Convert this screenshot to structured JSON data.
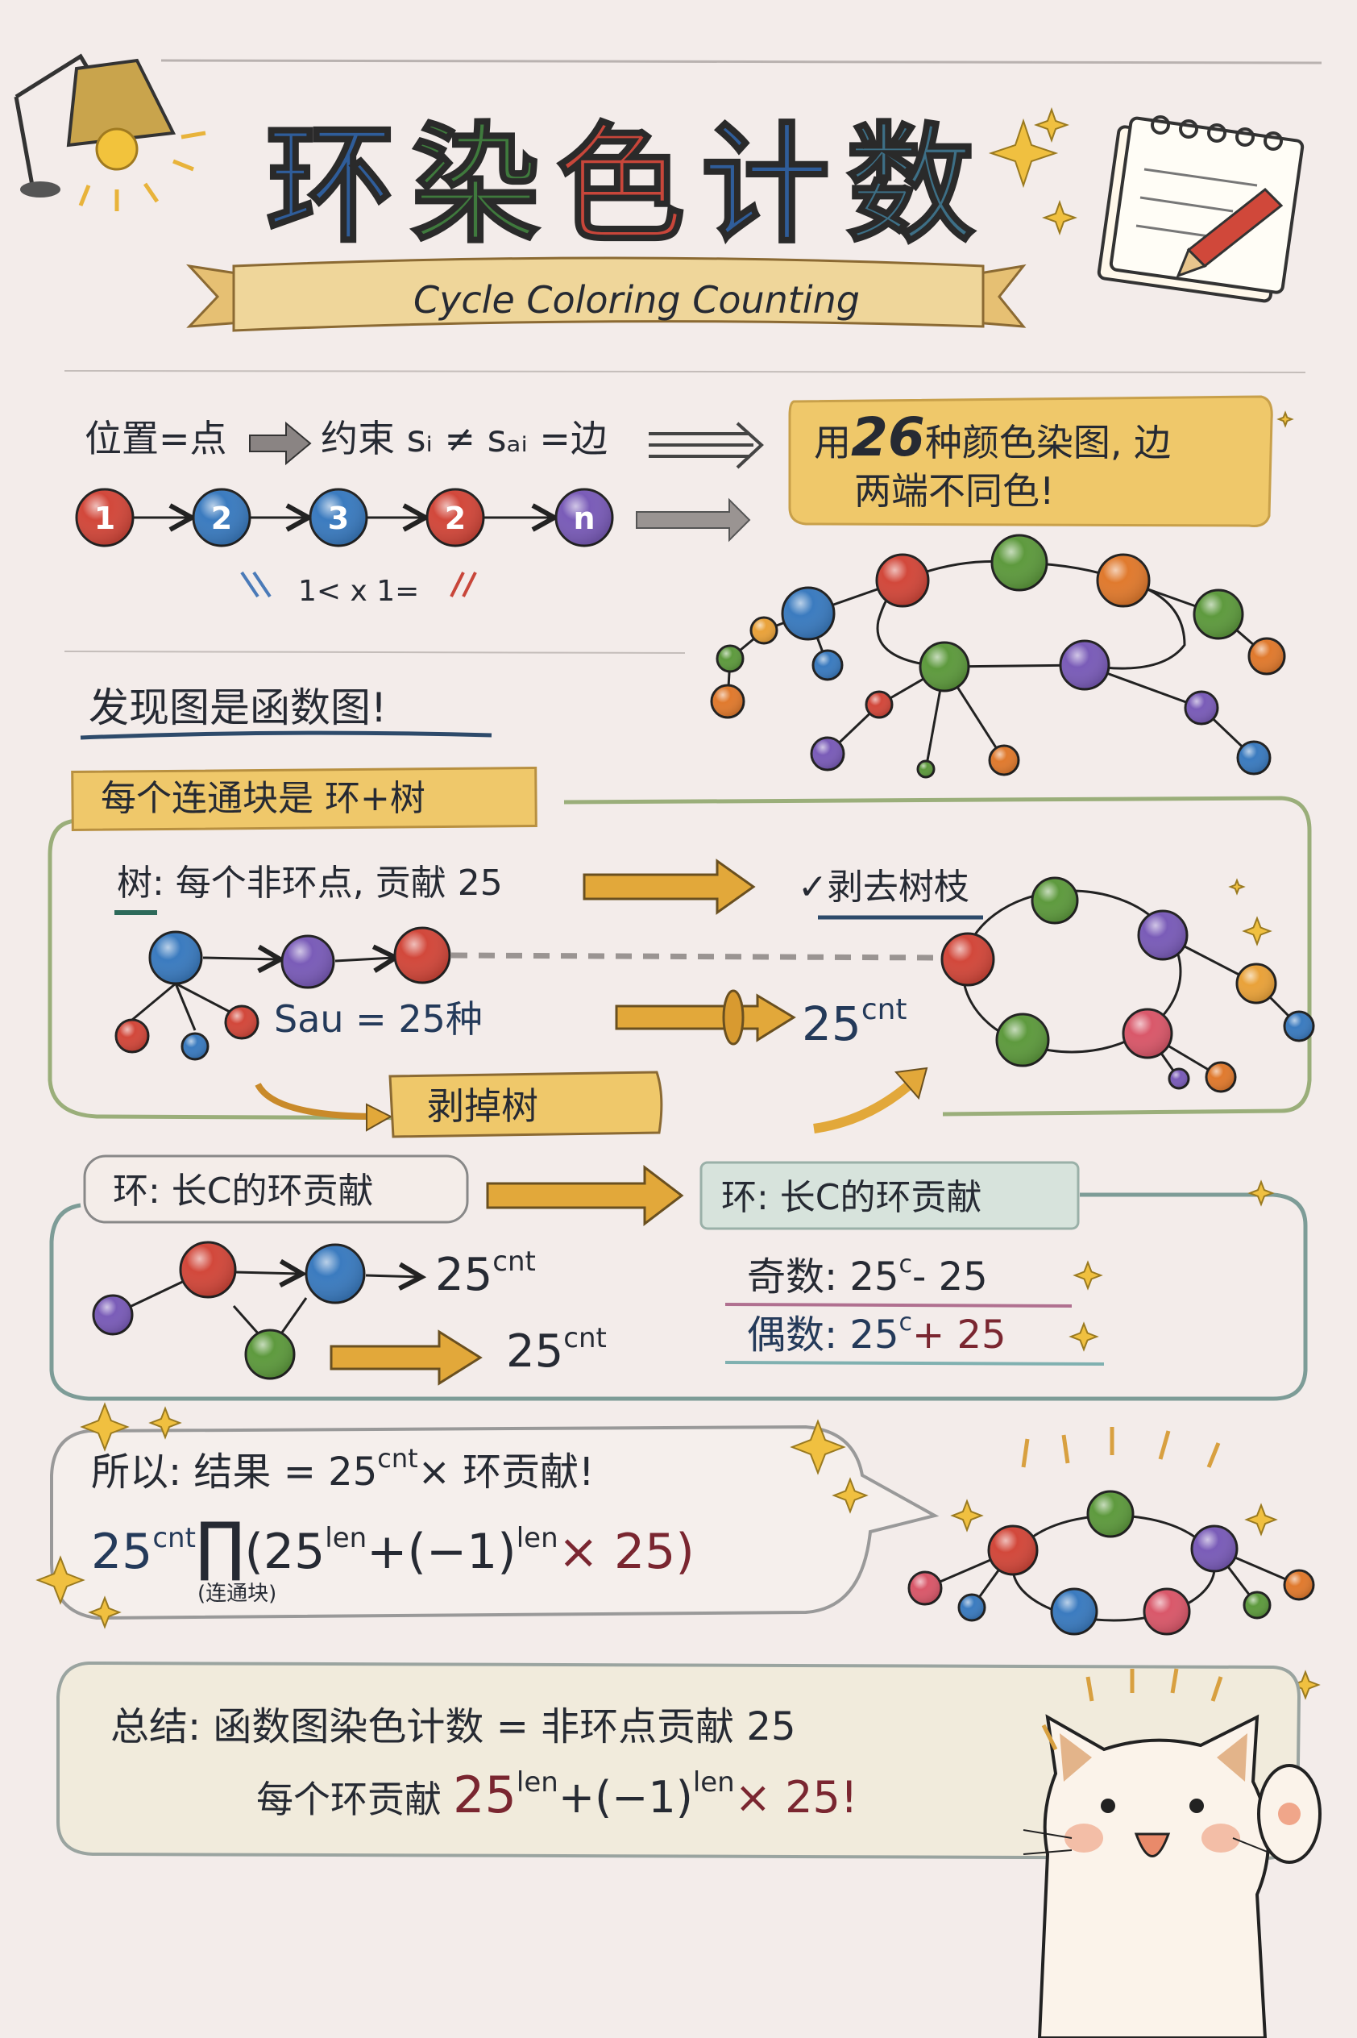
{
  "header": {
    "title_chars": [
      "环",
      "染",
      "色",
      "计",
      "数"
    ],
    "title_colors": [
      "#2f5d9a",
      "#3f7a3d",
      "#c8463a",
      "#2f5d9a",
      "#3d6f86"
    ],
    "subtitle": "Cycle Coloring Counting"
  },
  "intro": {
    "position_eq": "位置=点",
    "constraint": "约束 sᵢ ≠ sₐᵢ =边",
    "callout_line1": "用",
    "callout_number": "26",
    "callout_line1_rest": "种颜色染图, 边",
    "callout_line2": "两端不同色!",
    "chain_nodes": [
      "1",
      "2",
      "3",
      "2",
      "n"
    ],
    "chain_colors": [
      "#d2483b",
      "#3b7bbf",
      "#3b7bbf",
      "#d2483b",
      "#7a5cb8"
    ],
    "scribble": "1< x 1="
  },
  "discovery": {
    "heading": "发现图是函数图!",
    "tag": "每个连通块是 环+树"
  },
  "tree": {
    "line": "树: 每个非环点, 贡献 25",
    "peel_label": "剥去树枝",
    "choices": "Sau = 25种",
    "result_base": "25",
    "result_exp": "cnt",
    "peel_tree_label": "剥掉树"
  },
  "cycle": {
    "tag_left": "环: 长C的环贡献",
    "tag_right": "环: 长C的环贡献",
    "result1_base": "25",
    "result1_exp": "cnt",
    "result2_base": "25",
    "result2_exp": "cnt",
    "odd_label": "奇数: 25",
    "odd_exp": "c",
    "odd_tail": "- 25",
    "even_label": "偶数: 25",
    "even_exp": "c",
    "even_tail": "+ 25"
  },
  "conclusion": {
    "line_prefix": "所以: 结果 = 25",
    "line_exp": "cnt",
    "line_suffix": "× 环贡献!",
    "f_base": "25",
    "f_exp": "cnt",
    "f_prod": "∏",
    "f_under": "(连通块)",
    "f_open": "(25",
    "f_len1": "len",
    "f_mid": "+(−1)",
    "f_len2": "len",
    "f_close": "× 25)"
  },
  "summary": {
    "line1": "总结: 函数图染色计数 = 非环点贡献 25",
    "line2_prefix": "每个环贡献",
    "l2_base": "25",
    "l2_len1": "len",
    "l2_mid": "+(−1)",
    "l2_len2": "len",
    "l2_tail": "× 25!"
  },
  "palette": {
    "yellow": "#efc35a",
    "arrow": "#e2a83a",
    "green_frame": "#9aae7a",
    "teal_frame": "#7d9c97"
  }
}
